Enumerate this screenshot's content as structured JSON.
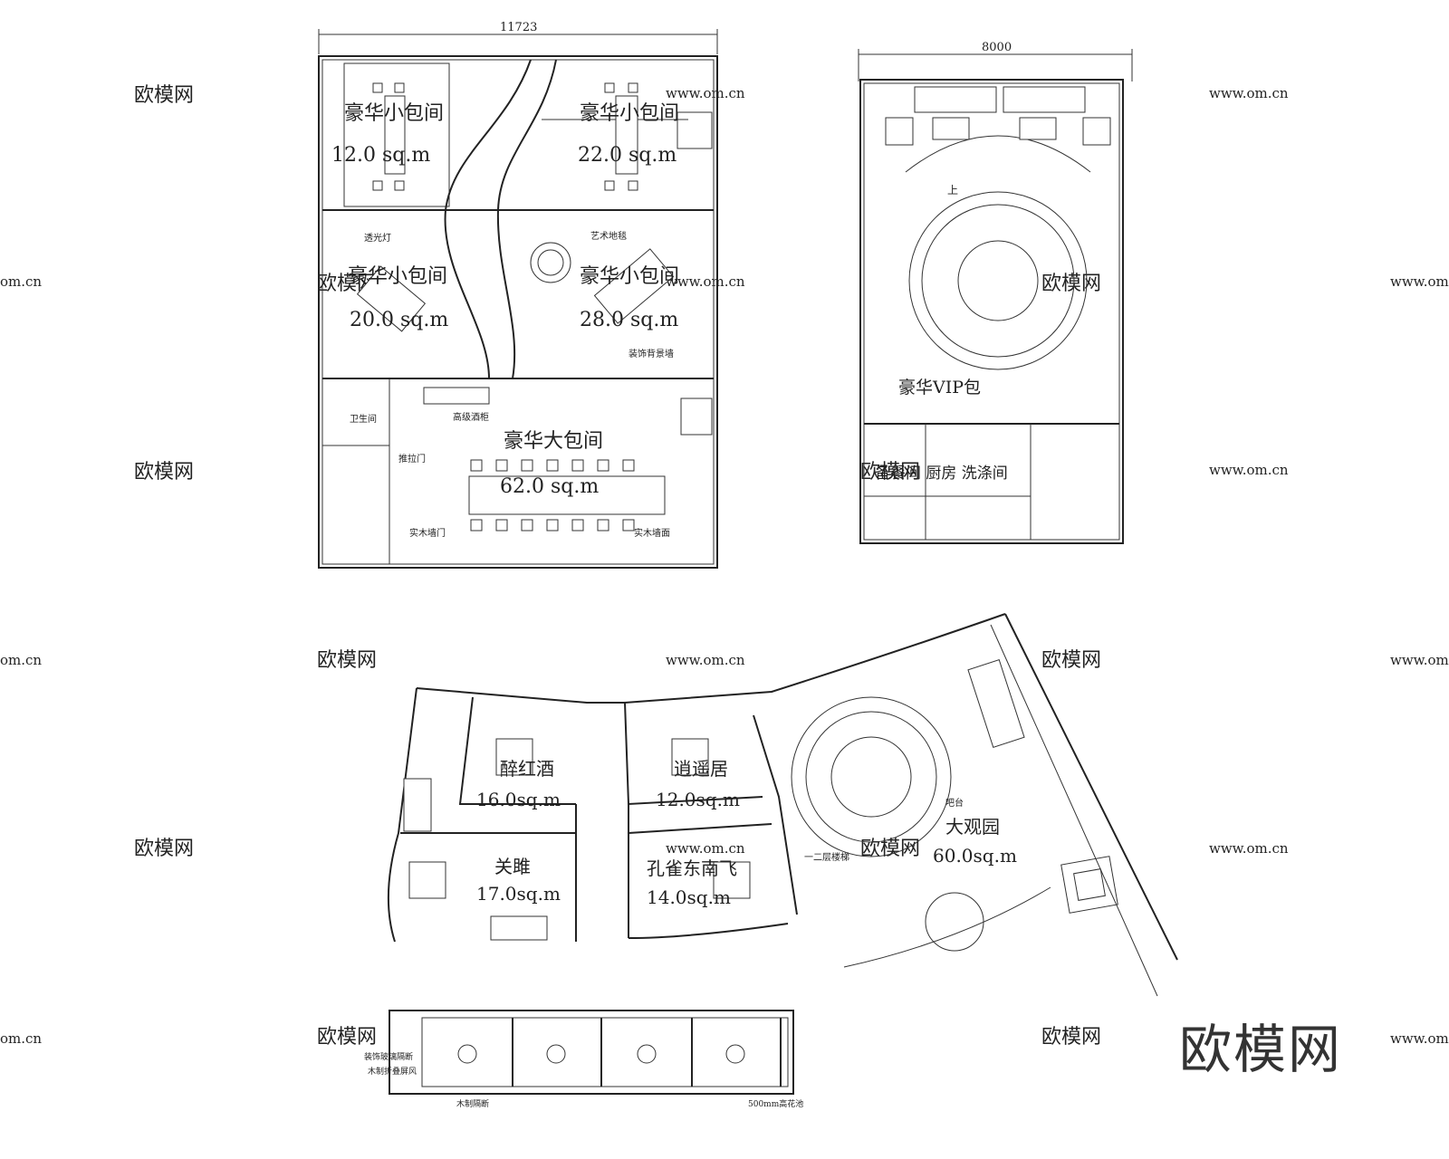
{
  "dimensions": {
    "plan_a_width": "11723",
    "plan_b_width": "8000"
  },
  "plan_a": {
    "rooms": [
      {
        "name": "豪华小包间",
        "area": "12.0 sq.m"
      },
      {
        "name": "豪华小包间",
        "area": "22.0 sq.m"
      },
      {
        "name": "豪华小包间",
        "area": "20.0 sq.m"
      },
      {
        "name": "豪华小包间",
        "area": "28.0 sq.m"
      },
      {
        "name": "豪华大包间",
        "area": "62.0 sq.m"
      }
    ],
    "notes": [
      "透光灯",
      "艺术地毯",
      "高级酒柜",
      "装饰背景墙",
      "卫生间",
      "推拉门",
      "实木墙门",
      "实木墙面"
    ]
  },
  "plan_b": {
    "room": "豪华VIP包",
    "service": "备餐间 厨房 洗涤间",
    "stair": "上"
  },
  "plan_c": {
    "rooms": [
      {
        "name": "醉红酒",
        "area": "16.0sq.m"
      },
      {
        "name": "逍遥居",
        "area": "12.0sq.m"
      },
      {
        "name": "关雎",
        "area": "17.0sq.m"
      },
      {
        "name": "孔雀东南飞",
        "area": "14.0sq.m"
      },
      {
        "name": "大观园",
        "area": "60.0sq.m"
      }
    ],
    "notes": [
      "吧台",
      "一二层楼梯"
    ]
  },
  "plan_d": {
    "notes": [
      "装饰玻璃隔断",
      "木制折叠屏风",
      "木制隔断",
      "500mm高花池"
    ]
  },
  "watermark": {
    "cn": "欧模网",
    "url": "www.om.cn",
    "url_short": "om.cn"
  },
  "brand": "欧模网"
}
